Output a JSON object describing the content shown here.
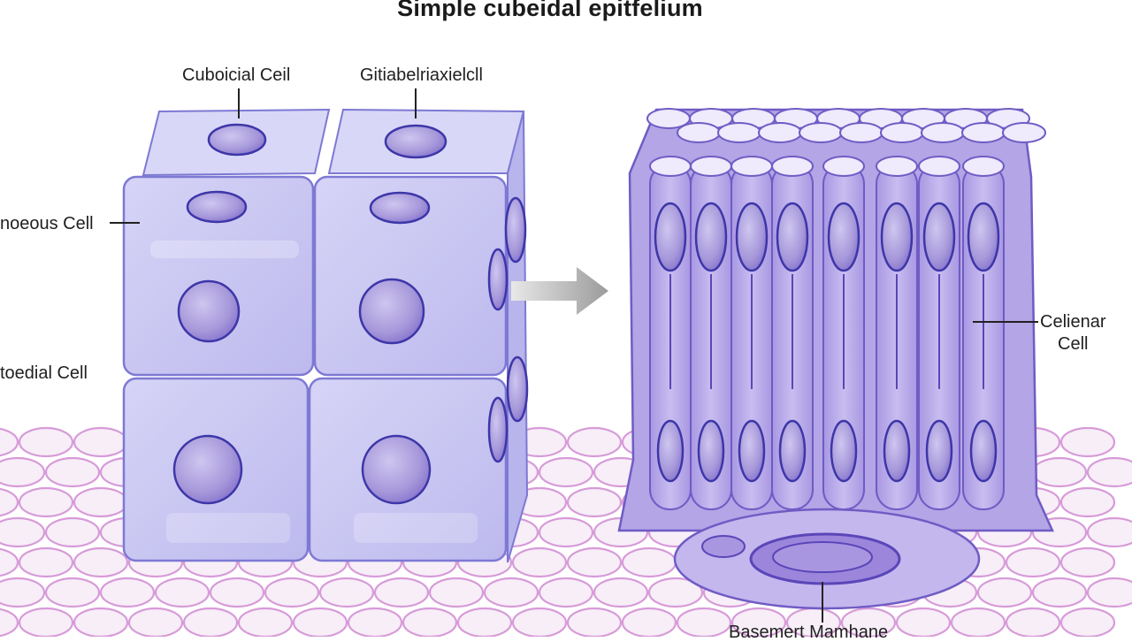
{
  "title": "Simple cubeidal epitfelium",
  "labels": {
    "top_left": "Cuboicial Ceil",
    "top_right": "Gitiabelriaxielсll",
    "left_upper": "noeous Cell",
    "left_lower": "toedial Cell",
    "right_line1": "Celienar",
    "right_line2": "Cell",
    "bottom": "Basemert Mamhane"
  },
  "colors": {
    "cube_face": "#c7c5f2",
    "cube_edge": "#7d79d4",
    "nucleus_fill": "#a79ad9",
    "nucleus_edge": "#3d36a8",
    "column_fill": "#b6a8e8",
    "column_edge": "#6f5cc4",
    "tissue_cell": "#f7eef8",
    "tissue_edge": "#d79bd8",
    "arrow": "#a9a9a9"
  }
}
